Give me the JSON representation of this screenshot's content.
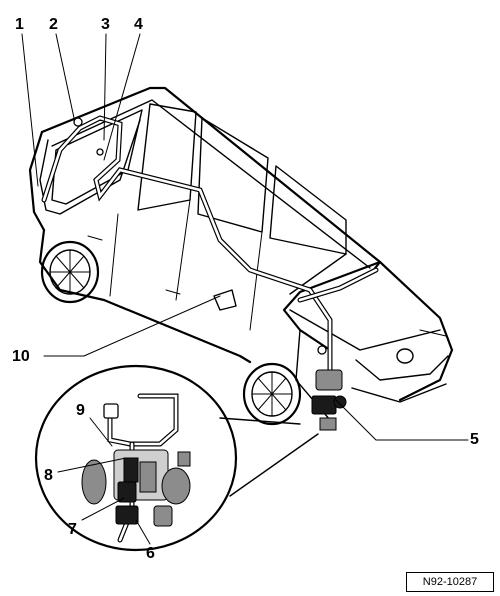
{
  "figure": {
    "callouts": [
      "1",
      "2",
      "3",
      "4",
      "5",
      "6",
      "7",
      "8",
      "9",
      "10"
    ],
    "reference_code": "N92-10287"
  }
}
